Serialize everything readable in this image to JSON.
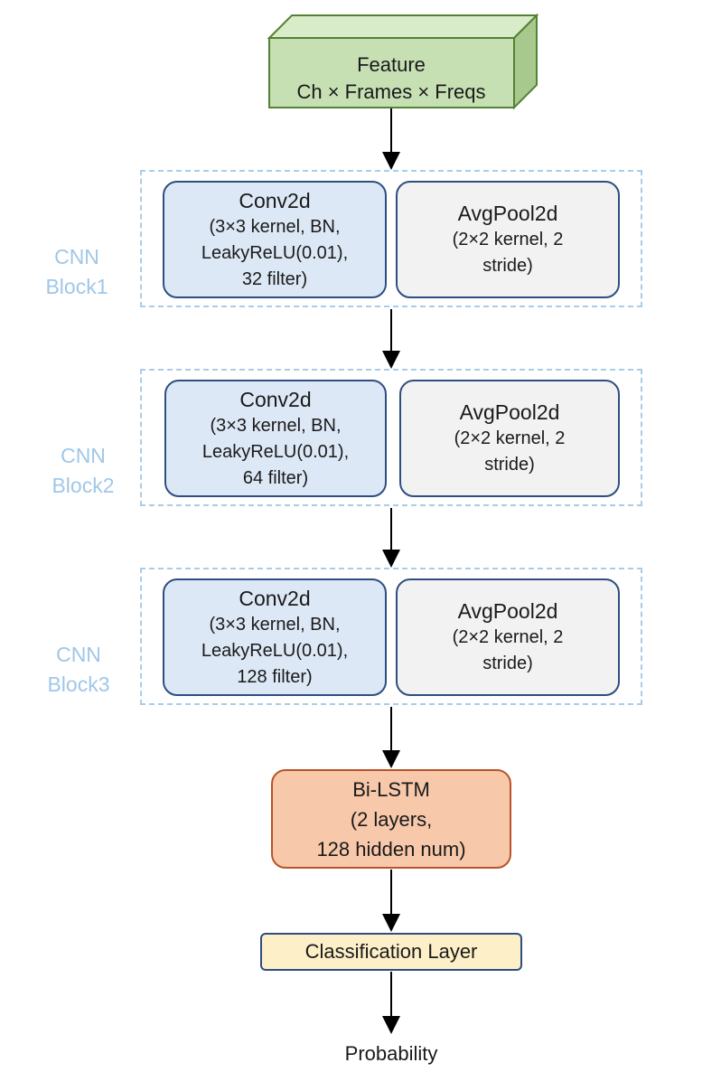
{
  "feature": {
    "line1": "Feature",
    "line2": "Ch × Frames × Freqs",
    "colors": {
      "front": "#c6e0b4",
      "top": "#d9ecc9",
      "side": "#a7c98e",
      "stroke": "#548235"
    }
  },
  "blocks": [
    {
      "label": [
        "CNN",
        "Block1"
      ],
      "conv": {
        "title": "Conv2d",
        "lines": [
          "(3×3 kernel, BN,",
          "LeakyReLU(0.01),",
          "32 filter)"
        ]
      },
      "pool": {
        "title": "AvgPool2d",
        "lines": [
          "(2×2 kernel, 2",
          "stride)"
        ]
      }
    },
    {
      "label": [
        "CNN",
        "Block2"
      ],
      "conv": {
        "title": "Conv2d",
        "lines": [
          "(3×3 kernel, BN,",
          "LeakyReLU(0.01),",
          "64 filter)"
        ]
      },
      "pool": {
        "title": "AvgPool2d",
        "lines": [
          "(2×2 kernel, 2",
          "stride)"
        ]
      }
    },
    {
      "label": [
        "CNN",
        "Block3"
      ],
      "conv": {
        "title": "Conv2d",
        "lines": [
          "(3×3 kernel, BN,",
          "LeakyReLU(0.01),",
          "128 filter)"
        ]
      },
      "pool": {
        "title": "AvgPool2d",
        "lines": [
          "(2×2 kernel, 2",
          "stride)"
        ]
      }
    }
  ],
  "lstm": {
    "lines": [
      "Bi-LSTM",
      "(2 layers,",
      "128 hidden num)"
    ]
  },
  "classification": {
    "label": "Classification Layer"
  },
  "output": {
    "label": "Probability"
  },
  "colors": {
    "block_border": "#a9cde9",
    "block_label": "#9fc7e8",
    "conv_fill": "#dde8f6",
    "pool_fill": "#f2f2f2",
    "box_border": "#2e4e80",
    "lstm_fill": "#f7c8a9",
    "lstm_border": "#b8532a",
    "class_fill": "#fdefc7",
    "arrow": "#000000"
  }
}
